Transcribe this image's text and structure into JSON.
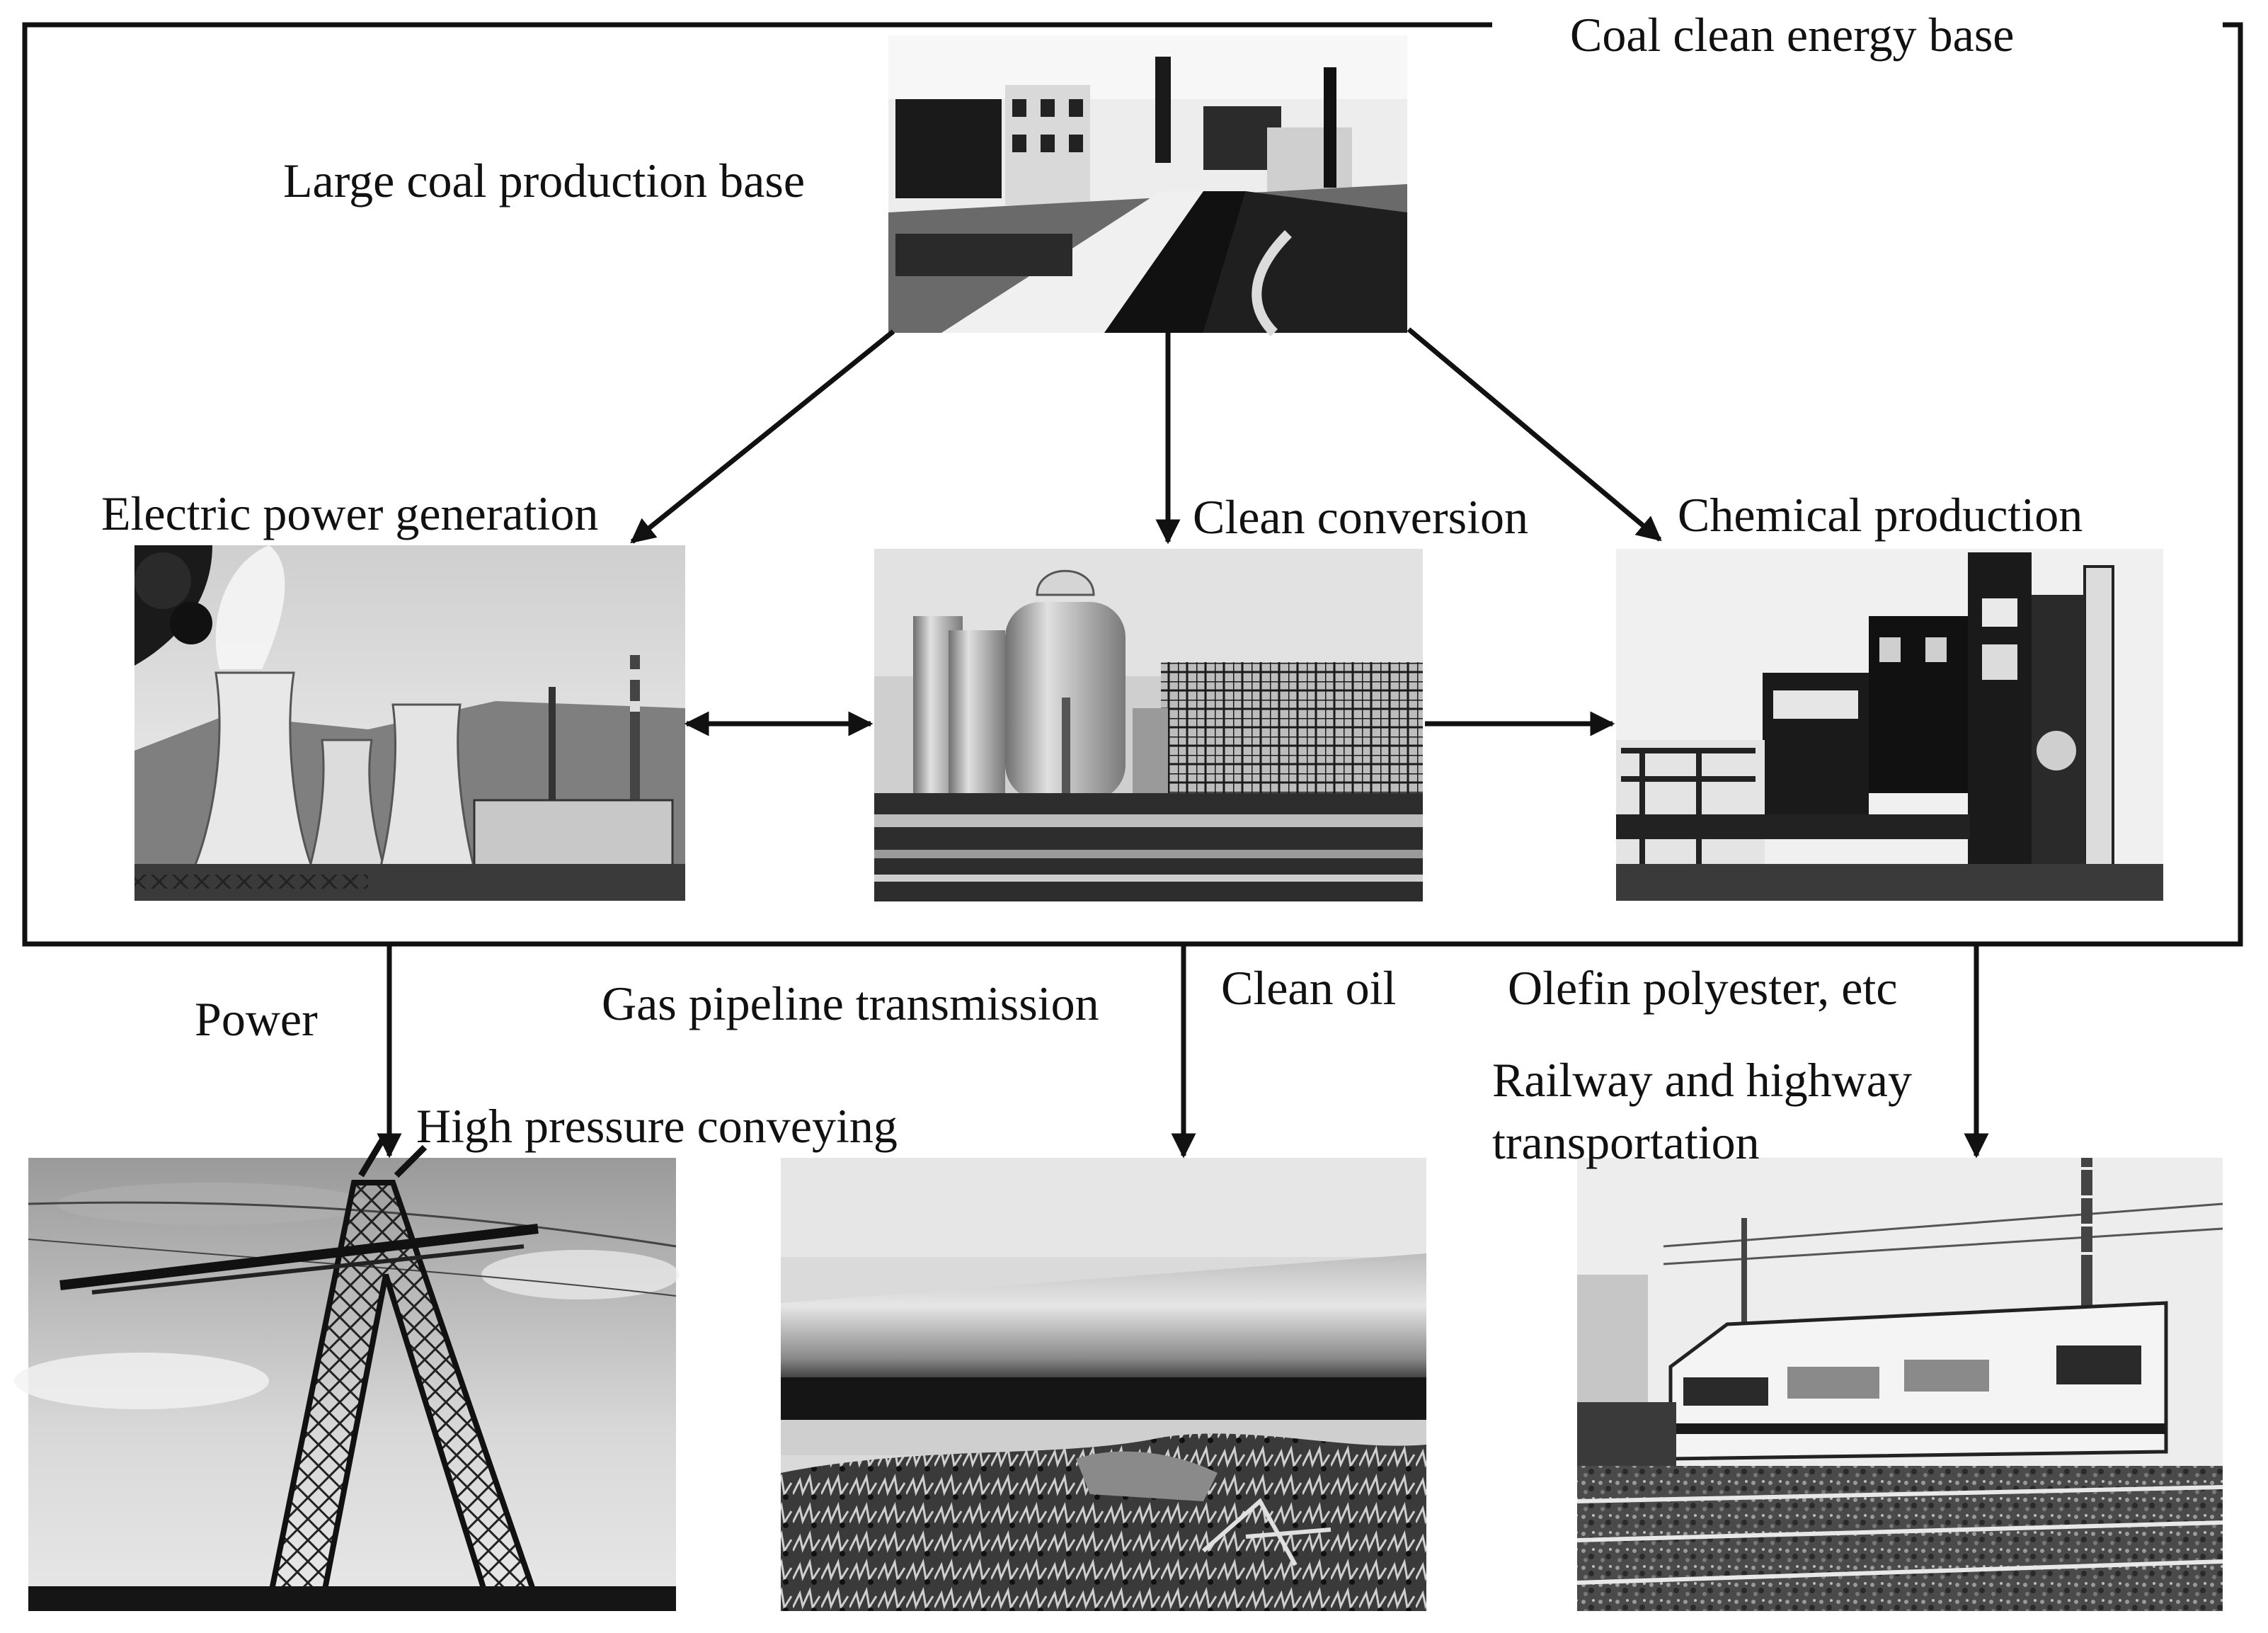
{
  "diagram": {
    "frame_title": "Coal clean energy base",
    "nodes": {
      "coal_base": {
        "label": "Large coal production base",
        "photo": "coal-mine-photo"
      },
      "power": {
        "label": "Electric power generation",
        "photo": "cooling-towers-photo"
      },
      "conversion": {
        "label": "Clean conversion",
        "photo": "conversion-plant-photo"
      },
      "chemical": {
        "label": "Chemical production",
        "photo": "chemical-plant-photo"
      },
      "high_pressure": {
        "label": "High pressure conveying",
        "photo": "transmission-tower-photo"
      },
      "pipeline": {
        "photo": "gas-pipeline-photo"
      },
      "rail": {
        "label_line1": "Railway and highway",
        "label_line2": "transportation",
        "photo": "electric-train-photo"
      }
    },
    "output_labels": {
      "power": "Power",
      "gas": "Gas pipeline transmission",
      "oil": "Clean oil",
      "olefin": "Olefin polyester, etc"
    },
    "colors": {
      "ink": "#111111",
      "background": "#ffffff"
    }
  }
}
